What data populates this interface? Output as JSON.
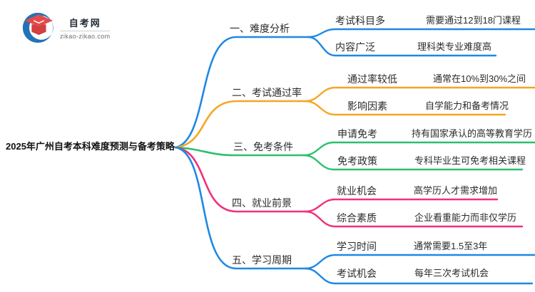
{
  "meta": {
    "site_name": "自考网",
    "site_url": "zikao-zikao.com"
  },
  "center": {
    "title": "2025年广州自考本科难度预测与备考策略"
  },
  "colors": {
    "blue": "#1E88E5",
    "orange": "#F5A623",
    "green": "#2BC06E",
    "pink": "#F0307C",
    "logo_blue": "#2273B5",
    "logo_red": "#E44A4A",
    "logo_red_dark": "#D43F3F"
  },
  "branches": [
    {
      "label": "一、难度分析",
      "color": "#1E88E5",
      "children": [
        {
          "label": "考试科目多",
          "value": "需要通过12到18门课程"
        },
        {
          "label": "内容广泛",
          "value": "理科类专业难度高"
        }
      ]
    },
    {
      "label": "二、考试通过率",
      "color": "#F5A623",
      "children": [
        {
          "label": "通过率较低",
          "value": "通常在10%到30%之间"
        },
        {
          "label": "影响因素",
          "value": "自学能力和备考情况"
        }
      ]
    },
    {
      "label": "三、免考条件",
      "color": "#2BC06E",
      "children": [
        {
          "label": "申请免考",
          "value": "持有国家承认的高等教育学历"
        },
        {
          "label": "免考政策",
          "value": "专科毕业生可免考相关课程"
        }
      ]
    },
    {
      "label": "四、就业前景",
      "color": "#F0307C",
      "children": [
        {
          "label": "就业机会",
          "value": "高学历人才需求增加"
        },
        {
          "label": "综合素质",
          "value": "企业看重能力而非仅学历"
        }
      ]
    },
    {
      "label": "五、学习周期",
      "color": "#1E88E5",
      "children": [
        {
          "label": "学习时间",
          "value": "通常需要1.5至3年"
        },
        {
          "label": "考试机会",
          "value": "每年三次考试机会"
        }
      ]
    }
  ]
}
